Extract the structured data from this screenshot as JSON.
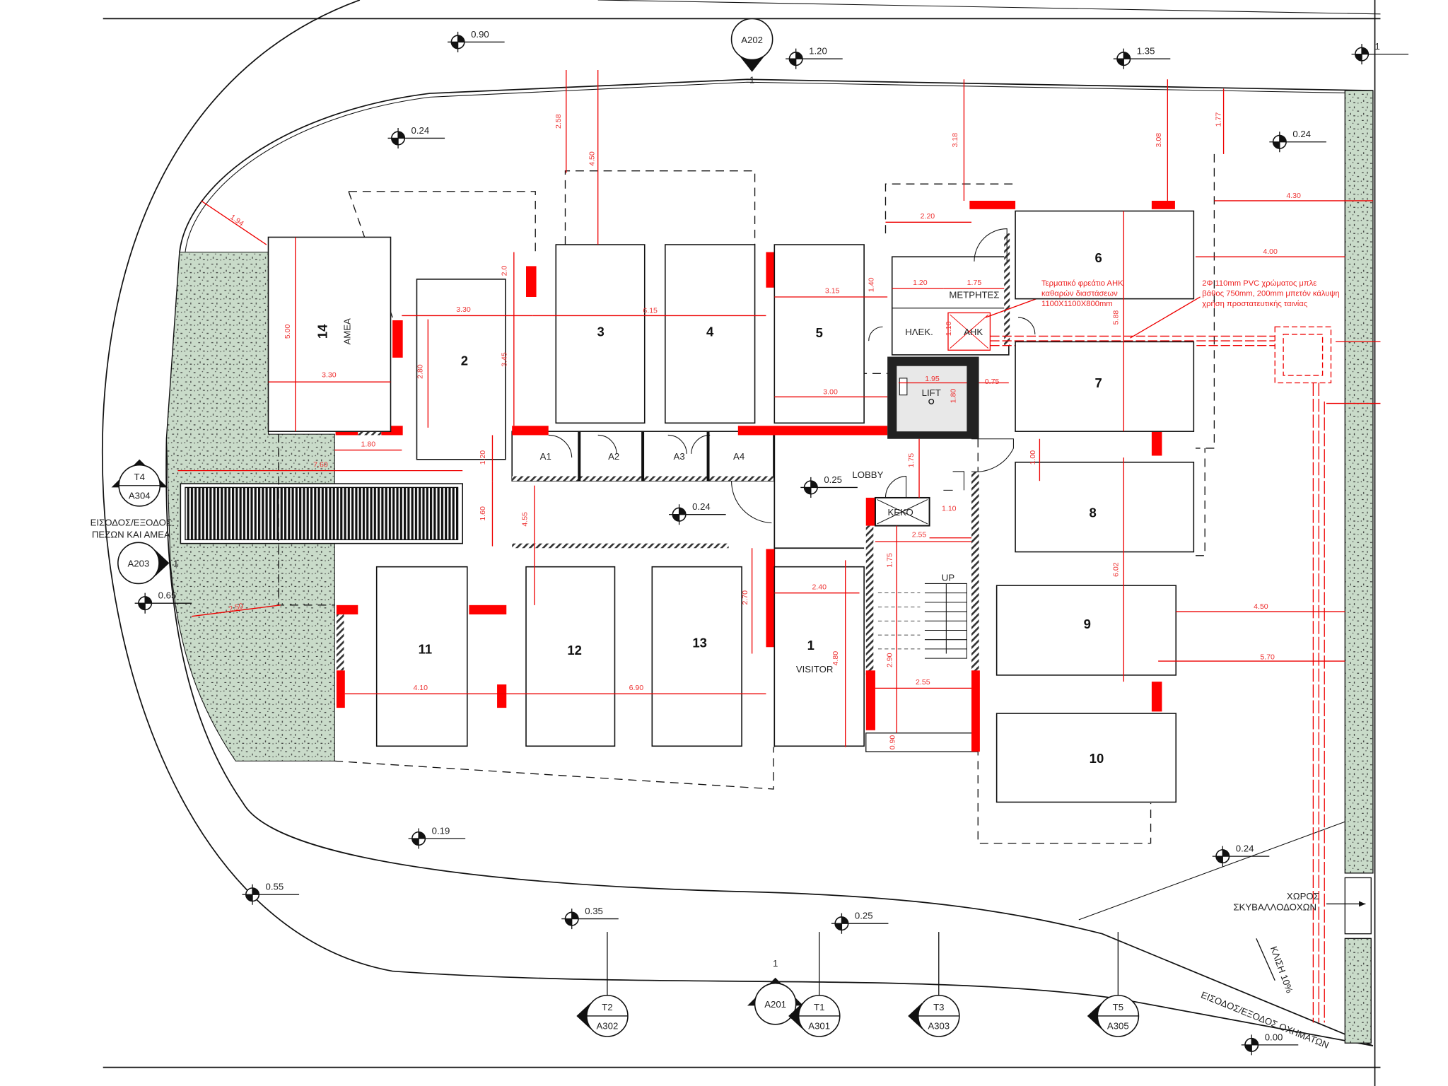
{
  "title": "Ground floor parking plan",
  "colors": {
    "wall_red": "#ff0000",
    "landscape_green": "#c9dbc9",
    "dimension_red": "#e33333",
    "line_black": "#111111"
  },
  "parking_bays": [
    {
      "number": "14",
      "sub": "ΑΜΕΑ"
    },
    {
      "number": "2"
    },
    {
      "number": "3"
    },
    {
      "number": "4"
    },
    {
      "number": "5"
    },
    {
      "number": "6"
    },
    {
      "number": "7"
    },
    {
      "number": "8"
    },
    {
      "number": "9"
    },
    {
      "number": "10"
    },
    {
      "number": "11"
    },
    {
      "number": "12"
    },
    {
      "number": "13"
    },
    {
      "number": "1",
      "sub": "VISITOR"
    }
  ],
  "storages": [
    "A1",
    "A2",
    "A3",
    "A4"
  ],
  "rooms": {
    "meters": "ΜΕΤΡΗΤΕΣ",
    "electrical": "ΗΛΕΚ.",
    "ahk": "ΑΗΚ",
    "lift": "LIFT",
    "lobby": "LOBBY",
    "keko": "ΚΕΚΟ",
    "stairs_up": "UP",
    "garbage_line1": "ΧΩΡΟΣ",
    "garbage_line2": "ΣΚΥΒΑΛΛΟΔΟΧΩΝ",
    "slope": "ΚΛΙΣΗ 10%",
    "vehicle_entrance": "ΕΙΣΟΔΟΣ/ΕΞΟΔΟΣ ΟΧΗΜΑΤΩΝ",
    "pedestrian_entrance_line1": "ΕΙΣΟΔΟΣ/ΕΞΟΔΟΣ",
    "pedestrian_entrance_line2": "ΠΕΖΩΝ ΚΑΙ ΑΜΕΑ"
  },
  "notes": {
    "ahk_pit": [
      "Τερματικό φρεάτιο ΑΗΚ",
      "καθαρών διαστάσεων",
      "1100X1100X800mm"
    ],
    "pvc_pipes": [
      "2Φ 110mm PVC χρώματος μπλε",
      "βάθος 750mm, 200mm μπετόν κάλυψη",
      "χρήση προστατευτικής ταινίας"
    ]
  },
  "levels": [
    "0.90",
    "1.20",
    "1.35",
    "1",
    "0.24",
    "0.24",
    "0.25",
    "0.24",
    "0.65",
    "0.19",
    "0.55",
    "0.35",
    "0.25",
    "0.24",
    "0.00"
  ],
  "section_markers": [
    {
      "top": "A202",
      "bottom": "",
      "num": "1"
    },
    {
      "top": "T4",
      "bottom": "A304"
    },
    {
      "top": "A203",
      "bottom": "",
      "num": "1"
    },
    {
      "top": "A201",
      "bottom": "",
      "num": "1"
    },
    {
      "top": "T2",
      "bottom": "A302"
    },
    {
      "top": "T1",
      "bottom": "A301"
    },
    {
      "top": "T3",
      "bottom": "A303"
    },
    {
      "top": "T5",
      "bottom": "A305"
    }
  ],
  "dimensions": [
    "2.58",
    "4.50",
    "3.18",
    "3.08",
    "1.77",
    "4.30",
    "4.00",
    "1.94",
    "5.00",
    "3.30",
    "2.20",
    "1.20",
    "1.75",
    "1.40",
    "3.15",
    "3.30",
    "6.15",
    "2.80",
    "3.45",
    "2.0",
    "5.88",
    "1.95",
    "0.75",
    "1.80",
    "3.00",
    "1.80",
    "7.60",
    "1.20",
    "1.60",
    "4.55",
    "1.75",
    "1.10",
    "2.55",
    "1.00",
    "2.70",
    "2.40",
    "1.75",
    "6.02",
    "4.50",
    "5.70",
    "2.50",
    "4.10",
    "6.90",
    "4.80",
    "2.90",
    "2.55",
    "0.90",
    "1.10"
  ]
}
